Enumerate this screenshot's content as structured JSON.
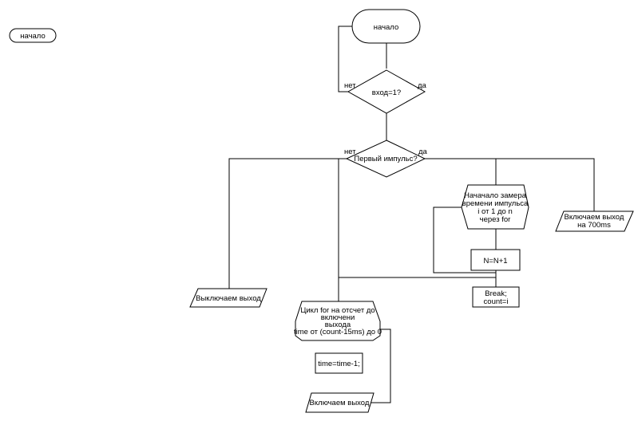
{
  "diagram": {
    "legend_terminator": "начало",
    "start": "начало",
    "decision_input": {
      "text": "вход=1?",
      "no": "нет",
      "yes": "да"
    },
    "decision_first": {
      "text": "Первый импульс?",
      "no": "нет",
      "yes": "да"
    },
    "prep_measure": [
      "Начачало замера",
      "времени импульса",
      "i от 1 до n",
      "через for"
    ],
    "process_increment": "N=N+1",
    "process_break": [
      "Break;",
      "count=i"
    ],
    "output_700": [
      "Включаем выход",
      "на 700ms"
    ],
    "output_left": "Выключаем выход",
    "prep_countdown": [
      "Цикл for на отсчет до",
      "включени",
      "выхода",
      "time от (count-15ms) до 0"
    ],
    "process_decrement": "time=time-1;",
    "output_bottom": "Включаем выход"
  }
}
